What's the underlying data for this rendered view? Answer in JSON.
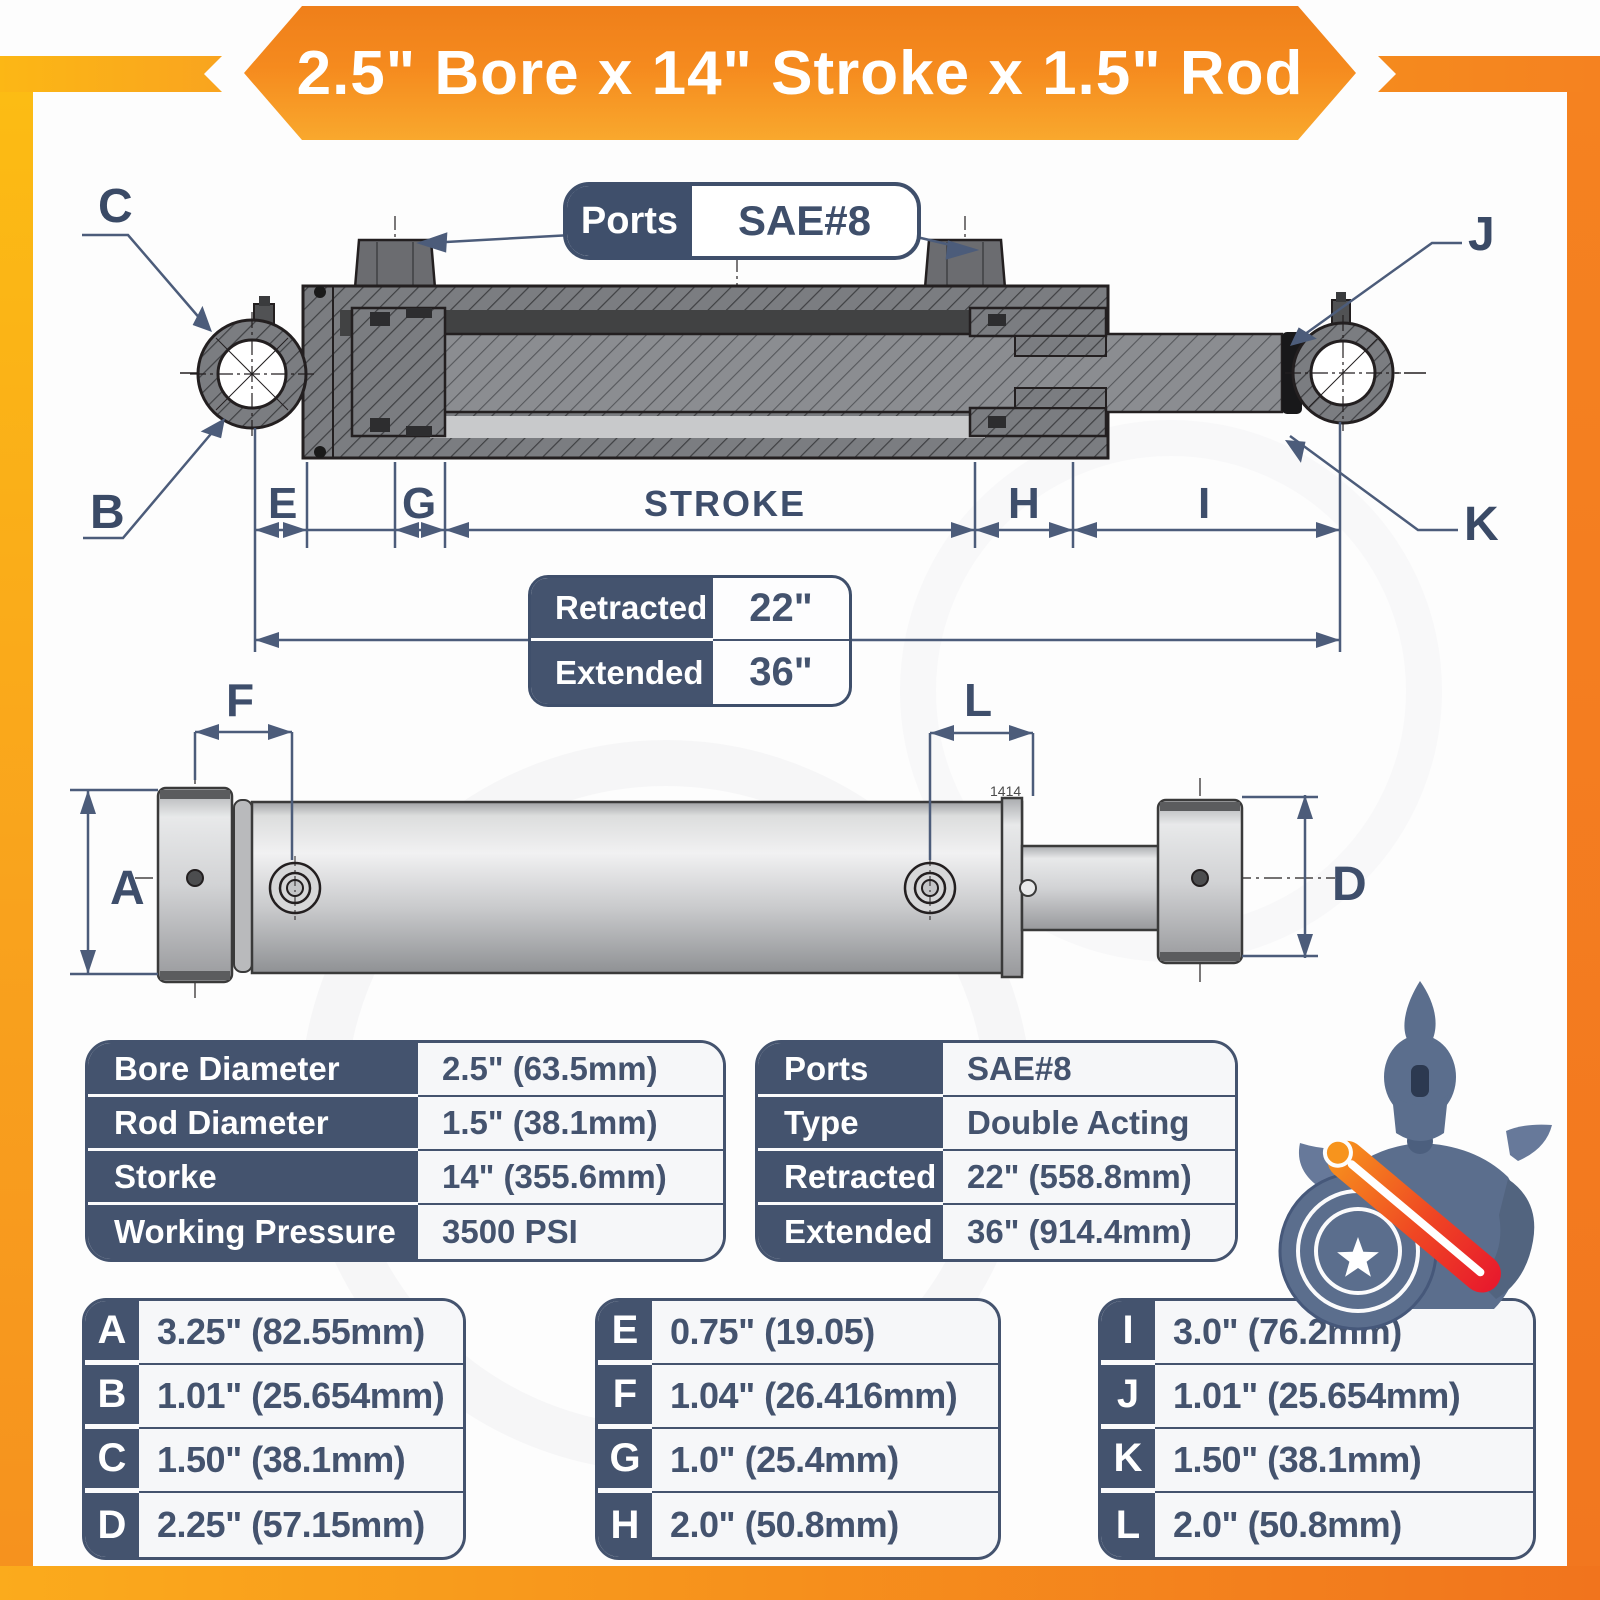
{
  "banner": {
    "title": "2.5\" Bore x 14\" Stroke x 1.5\" Rod"
  },
  "ports_callout": {
    "label": "Ports",
    "value": "SAE#8"
  },
  "drawing": {
    "callouts": {
      "c": "C",
      "b": "B",
      "j": "J",
      "k": "K"
    },
    "dims": {
      "e": "E",
      "g": "G",
      "stroke": "STROKE",
      "h": "H",
      "i": "I"
    },
    "length_table": {
      "rows": [
        {
          "label": "Retracted",
          "value": "22\""
        },
        {
          "label": "Extended",
          "value": "36\""
        }
      ]
    }
  },
  "side_view": {
    "dims": {
      "f": "F",
      "l": "L",
      "a": "A",
      "d": "D"
    },
    "part_marking": "1414"
  },
  "spec_tables": {
    "left": {
      "rows": [
        {
          "label": "Bore Diameter",
          "value": "2.5\" (63.5mm)"
        },
        {
          "label": "Rod Diameter",
          "value": "1.5\" (38.1mm)"
        },
        {
          "label": "Storke",
          "value": "14\" (355.6mm)"
        },
        {
          "label": "Working Pressure",
          "value": "3500 PSI"
        }
      ]
    },
    "right": {
      "rows": [
        {
          "label": "Ports",
          "value": "SAE#8"
        },
        {
          "label": "Type",
          "value": "Double Acting"
        },
        {
          "label": "Retracted",
          "value": "22\" (558.8mm)"
        },
        {
          "label": "Extended",
          "value": "36\" (914.4mm)"
        }
      ]
    }
  },
  "dim_tables": {
    "abcd": {
      "rows": [
        {
          "key": "A",
          "value": "3.25\" (82.55mm)"
        },
        {
          "key": "B",
          "value": "1.01\" (25.654mm)"
        },
        {
          "key": "C",
          "value": "1.50\" (38.1mm)"
        },
        {
          "key": "D",
          "value": "2.25\" (57.15mm)"
        }
      ]
    },
    "efgh": {
      "rows": [
        {
          "key": "E",
          "value": "0.75\" (19.05)"
        },
        {
          "key": "F",
          "value": "1.04\" (26.416mm)"
        },
        {
          "key": "G",
          "value": "1.0\" (25.4mm)"
        },
        {
          "key": "H",
          "value": "2.0\" (50.8mm)"
        }
      ]
    },
    "ijkl": {
      "rows": [
        {
          "key": "I",
          "value": "3.0\" (76.2mm)"
        },
        {
          "key": "J",
          "value": "1.01\" (25.654mm)"
        },
        {
          "key": "K",
          "value": "1.50\" (38.1mm)"
        },
        {
          "key": "L",
          "value": "2.0\" (50.8mm)"
        }
      ]
    }
  },
  "colors": {
    "navy": "#44536e",
    "ink": "#3e4e6b",
    "orange": "#f58220",
    "orange_light": "#fbaa1d"
  }
}
